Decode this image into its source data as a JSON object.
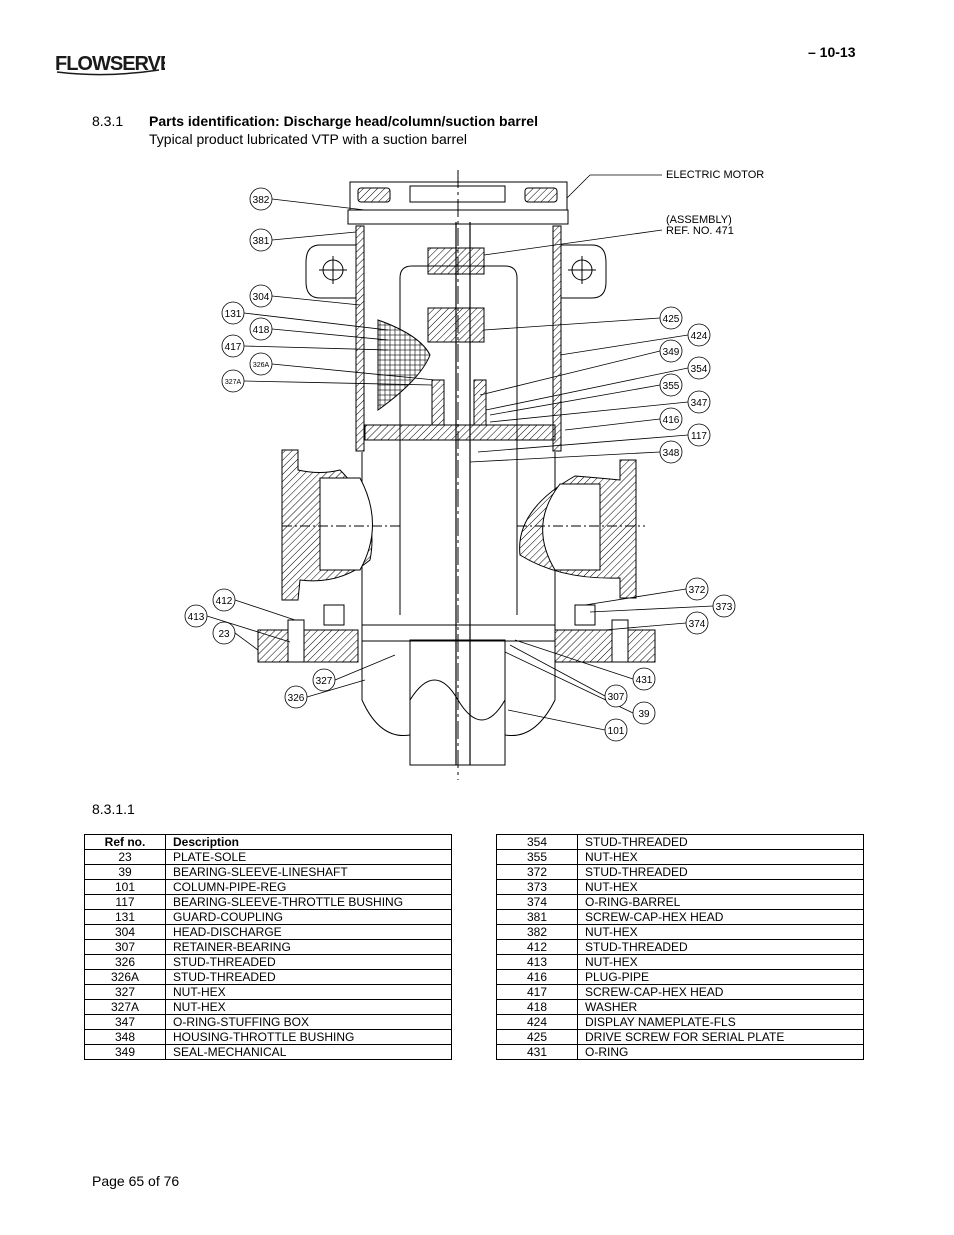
{
  "header": {
    "logo_text": "FLOWSERVE",
    "doc_number": "– 10-13"
  },
  "section": {
    "number": "8.3.1",
    "title": "Parts identification: Discharge head/column/suction barrel",
    "subtitle": "Typical product lubricated VTP with a suction barrel"
  },
  "drawing": {
    "annotations": {
      "motor": "ELECTRIC MOTOR",
      "assembly_line1": "(ASSEMBLY)",
      "assembly_line2": "REF. NO. 471"
    },
    "callouts_left": [
      "382",
      "381",
      "304",
      "131",
      "418",
      "417",
      "326A",
      "327A",
      "412",
      "413",
      "23",
      "327",
      "326"
    ],
    "callouts_right": [
      "425",
      "424",
      "349",
      "354",
      "355",
      "347",
      "416",
      "117",
      "348",
      "372",
      "373",
      "374",
      "431",
      "307",
      "39",
      "101"
    ]
  },
  "subsection": "8.3.1.1",
  "parts_table": {
    "headers": [
      "Ref no.",
      "Description"
    ],
    "left": [
      [
        "23",
        "PLATE-SOLE"
      ],
      [
        "39",
        "BEARING-SLEEVE-LINESHAFT"
      ],
      [
        "101",
        "COLUMN-PIPE-REG"
      ],
      [
        "117",
        "BEARING-SLEEVE-THROTTLE BUSHING"
      ],
      [
        "131",
        "GUARD-COUPLING"
      ],
      [
        "304",
        "HEAD-DISCHARGE"
      ],
      [
        "307",
        "RETAINER-BEARING"
      ],
      [
        "326",
        "STUD-THREADED"
      ],
      [
        "326A",
        "STUD-THREADED"
      ],
      [
        "327",
        "NUT-HEX"
      ],
      [
        "327A",
        "NUT-HEX"
      ],
      [
        "347",
        "O-RING-STUFFING BOX"
      ],
      [
        "348",
        "HOUSING-THROTTLE BUSHING"
      ],
      [
        "349",
        "SEAL-MECHANICAL"
      ]
    ],
    "right": [
      [
        "354",
        "STUD-THREADED"
      ],
      [
        "355",
        "NUT-HEX"
      ],
      [
        "372",
        "STUD-THREADED"
      ],
      [
        "373",
        "NUT-HEX"
      ],
      [
        "374",
        "O-RING-BARREL"
      ],
      [
        "381",
        "SCREW-CAP-HEX HEAD"
      ],
      [
        "382",
        "NUT-HEX"
      ],
      [
        "412",
        "STUD-THREADED"
      ],
      [
        "413",
        "NUT-HEX"
      ],
      [
        "416",
        "PLUG-PIPE"
      ],
      [
        "417",
        "SCREW-CAP-HEX HEAD"
      ],
      [
        "418",
        "WASHER"
      ],
      [
        "424",
        "DISPLAY NAMEPLATE-FLS"
      ],
      [
        "425",
        "DRIVE SCREW FOR SERIAL PLATE"
      ],
      [
        "431",
        "O-RING"
      ]
    ]
  },
  "footer": {
    "page_text": "Page 65 of 76"
  }
}
